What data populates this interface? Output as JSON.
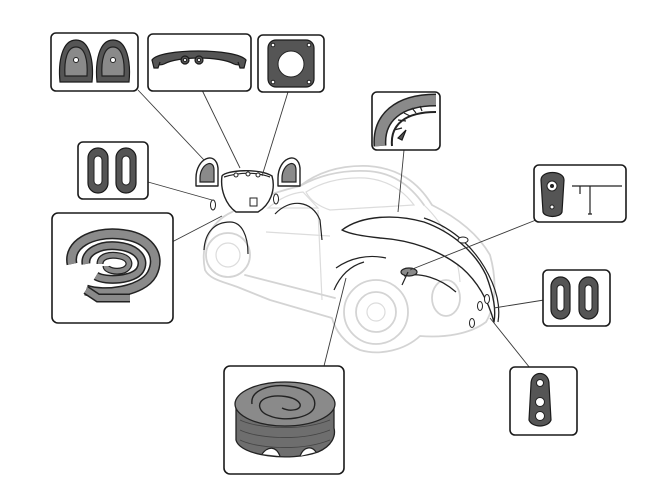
{
  "colors": {
    "rubber": "#8a8a8a",
    "rubber_dark": "#555555",
    "outline": "#222222",
    "car_ghost": "#d4d4d4",
    "box_border": "#1a1a1a"
  },
  "callouts": [
    {
      "name": "callout-taillight-seals",
      "icon": "taillight-seal-pair-icon"
    },
    {
      "name": "callout-license-light-seal",
      "icon": "license-light-seal-icon"
    },
    {
      "name": "callout-lid-handle-seal",
      "icon": "lid-handle-seal-icon"
    },
    {
      "name": "callout-oval-grommets-rear",
      "icon": "oval-grommet-pair-icon"
    },
    {
      "name": "callout-seal-roll-rear",
      "icon": "seal-roll-icon"
    },
    {
      "name": "callout-fender-bead",
      "icon": "fender-bead-icon"
    },
    {
      "name": "callout-antenna-seal",
      "icon": "antenna-seal-icon"
    },
    {
      "name": "callout-oval-grommets-front",
      "icon": "oval-grommet-pair-icon"
    },
    {
      "name": "callout-turn-signal-seal",
      "icon": "turn-signal-seal-icon"
    },
    {
      "name": "callout-seal-roll-front",
      "icon": "seal-roll-icon"
    }
  ]
}
